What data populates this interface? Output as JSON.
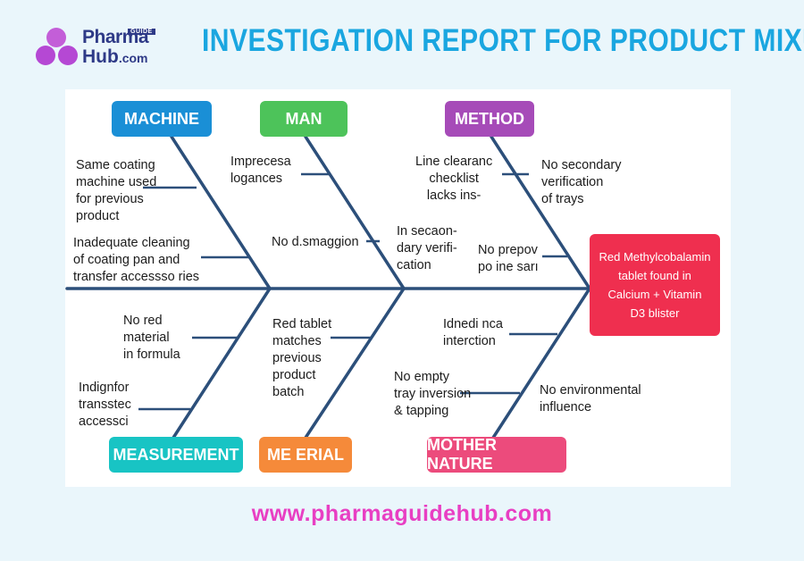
{
  "logo": {
    "line1": "Pharma",
    "tag": "GUIDE",
    "line2": "Hub",
    "suffix": ".com",
    "color": "#2e3a87",
    "dot_color": "#b548d4"
  },
  "title": "INVESTIGATION REPORT FOR PRODUCT MIXUP",
  "title_color": "#1aa6e0",
  "categories": {
    "machine": {
      "label": "MACHINE",
      "color": "#1a8fd6"
    },
    "man": {
      "label": "MAN",
      "color": "#4dc35a"
    },
    "method": {
      "label": "METHOD",
      "color": "#a64bb8"
    },
    "measurement": {
      "label": "MEASUREMENT",
      "color": "#18c4c4"
    },
    "material": {
      "label": "ME ERIAL",
      "color": "#f58a3a"
    },
    "mother_nature": {
      "label": "MOTHER NATURE",
      "color": "#ec4b7c"
    }
  },
  "causes": {
    "machine_1": "Same coating\nmachine used\nfor previous\nproduct",
    "machine_2": "Inadequate cleaning\nof coating pan and\ntransfer accessso ries",
    "man_1": "Imprecesa\nlogances",
    "man_2": "No d.smaggion",
    "method_1": "Line clearanc\nchecklist\nlacks ins-",
    "method_2": "No secondary\nverification\nof trays",
    "method_3": "In secaon-\ndary verifi-\ncation",
    "method_4": "No prepov\npo ine sarı",
    "measurement_1": "No red\nmaterial\nin formula",
    "measurement_2": "Indignfor\ntransstec\naccessci",
    "material_1": "Red tablet\nmatches\nprevious\nproduct\nbatch",
    "nature_1": "Idnedi nca\ninterction",
    "nature_2": "No empty\ntray inversion\n& tapping",
    "nature_3": "No environmental\ninfluence"
  },
  "effect": {
    "text": "Red Methylcobalamin\ntablet found in\nCalcium + Vitamin\nD3 blister",
    "color": "#ef2f4f"
  },
  "bone_color": "#2c4f7a",
  "website": "www.pharmaguidehub.com"
}
